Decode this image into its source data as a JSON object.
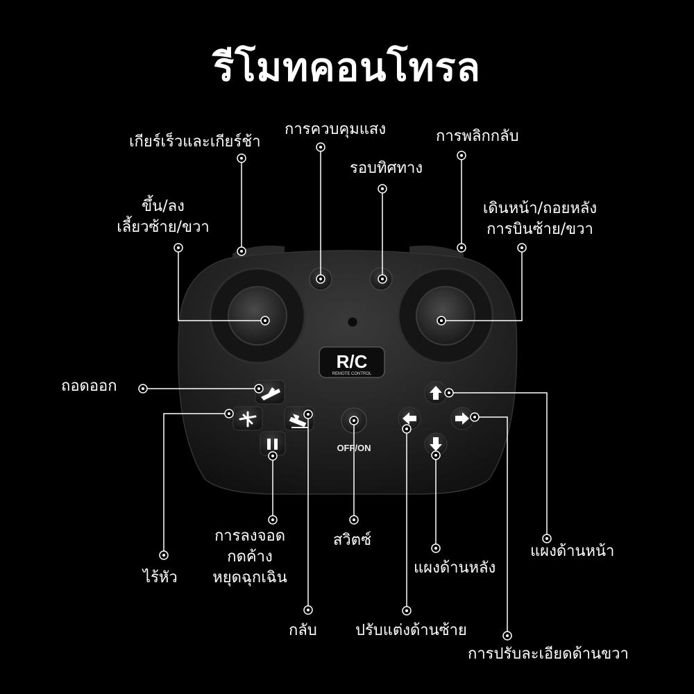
{
  "title": "รีโมทคอนโทรล",
  "controller": {
    "badge_main": "R/C",
    "badge_sub": "REMOTE CONTROL",
    "power_label": "OFF/ON"
  },
  "labels": {
    "speed_gear": "เกียร์เร็วและเกียร์ช้า",
    "light_control": "การควบคุมแสง",
    "flip": "การพลิกกลับ",
    "spin": "รอบทิศทาง",
    "left_stick_line1": "ขึ้น/ลง",
    "left_stick_line2": "เลี้ยวซ้าย/ขวา",
    "right_stick_line1": "เดินหน้า/ถอยหลัง",
    "right_stick_line2": "การบินซ้าย/ขวา",
    "takeoff": "ถอดออก",
    "headless": "ไร้หัว",
    "land_line1": "การลงจอด",
    "land_line2": "กดค้าง",
    "land_line3": "หยุดฉุกเฉิน",
    "return": "กลับ",
    "power_switch": "สวิตซ์",
    "trim_back": "แผงด้านหลัง",
    "trim_front": "แผงด้านหน้า",
    "trim_left": "ปรับแต่งด้านซ้าย",
    "trim_right": "การปรับละเอียดด้านขวา"
  }
}
